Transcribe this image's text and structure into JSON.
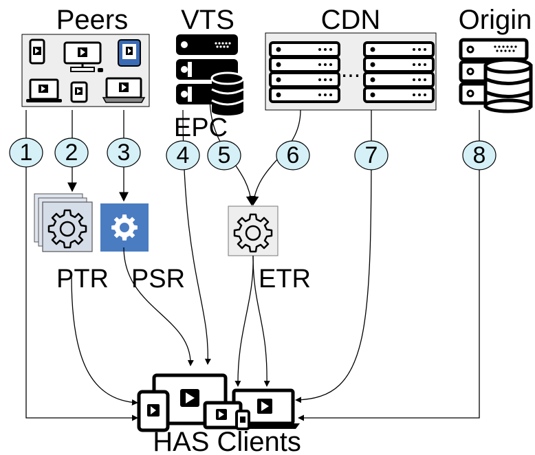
{
  "groups": {
    "peers": "Peers",
    "vts": "VTS",
    "cdn": "CDN",
    "origin": "Origin",
    "epc": "EPC"
  },
  "services": {
    "ptr": "PTR",
    "psr": "PSR",
    "etr": "ETR"
  },
  "cdn_ellipsis": "...",
  "clients": "HAS Clients",
  "paths": [
    "1",
    "2",
    "3",
    "4",
    "5",
    "6",
    "7",
    "8"
  ],
  "colors": {
    "node_bubble": "#d5f0f7",
    "panel_fill": "#eeeeee",
    "psr_box": "#4a7cc2",
    "stack_box": "#d5dde8"
  },
  "icons": [
    "device-cluster-icon",
    "server-rack-icon",
    "database-icon",
    "gear-icon",
    "video-screen-icon"
  ]
}
